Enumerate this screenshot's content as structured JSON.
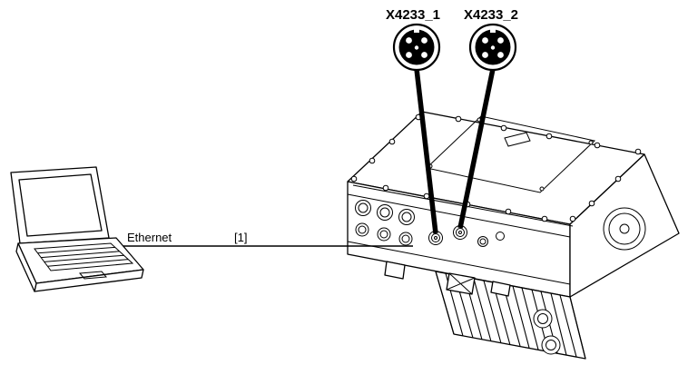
{
  "callouts": {
    "connector1": {
      "label": "X4233_1"
    },
    "connector2": {
      "label": "X4233_2"
    }
  },
  "connection": {
    "type_label": "Ethernet",
    "reference": "[1]"
  },
  "colors": {
    "line": "#000000",
    "background": "#ffffff"
  },
  "icons": {
    "laptop": "laptop-line-drawing",
    "device": "drive-unit-line-drawing",
    "connector_face": "m12-connector-face"
  }
}
